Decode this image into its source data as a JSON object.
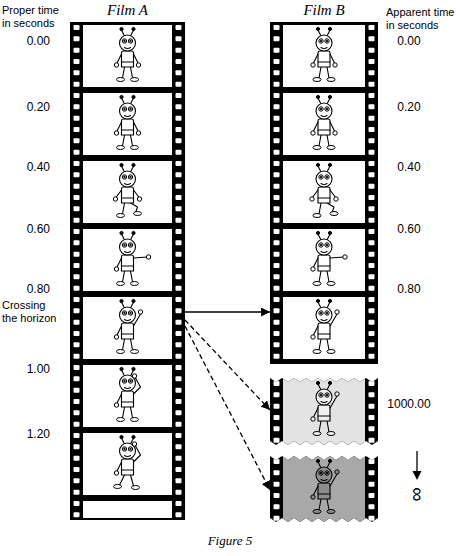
{
  "diagram": {
    "caption": "Figure 5",
    "nodes": [
      {
        "text": [
          "Film A"
        ]
      },
      {
        "text": [
          "Film B"
        ]
      }
    ],
    "edges": [
      {
        "from": 0,
        "to": 1,
        "arrow": "to"
      },
      {
        "from": 0,
        "to": 1,
        "arrow": "to"
      },
      {
        "from": 0,
        "to": 1,
        "arrow": "to"
      }
    ],
    "labels": [
      "Proper time in seconds",
      "0.00",
      "0.20",
      "0.40",
      "0.60",
      "0.80",
      "Crossing the horizon",
      "1.00",
      "1.20",
      "Apparent time in seconds",
      "0.00",
      "0.20",
      "0.40",
      "0.60",
      "0.80",
      "1000.00",
      "∞"
    ]
  }
}
